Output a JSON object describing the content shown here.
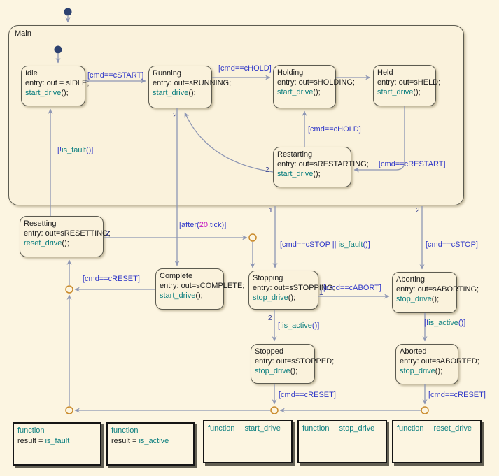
{
  "colors": {
    "background": "#fcf5e1",
    "label_blue": "#3038c8",
    "function_teal": "#0f8080",
    "temporal_magenta": "#c213c2",
    "wire_slate": "#8d96b4",
    "junction_orange": "#c98a2c",
    "initial_dot_navy": "#2c4170"
  },
  "states": {
    "main": {
      "title": "Main"
    },
    "idle": {
      "title": "Idle",
      "entry": "entry: out = sIDLE;",
      "action": "start_drive",
      "suffix": "();"
    },
    "running": {
      "title": "Running",
      "entry": "entry: out=sRUNNING;",
      "action": "start_drive",
      "suffix": "();"
    },
    "holding": {
      "title": "Holding",
      "entry": "entry: out=sHOLDING;",
      "action": "start_drive",
      "suffix": "();"
    },
    "held": {
      "title": "Held",
      "entry": "entry: out=sHELD;",
      "action": "start_drive",
      "suffix": "();"
    },
    "restarting": {
      "title": "Restarting",
      "entry": "entry: out=sRESTARTING;",
      "action": "start_drive",
      "suffix": "();"
    },
    "resetting": {
      "title": "Resetting",
      "entry": "entry: out=sRESETTING;",
      "action": "reset_drive",
      "suffix": "();"
    },
    "complete": {
      "title": "Complete",
      "entry": "entry: out=sCOMPLETE;",
      "action": "start_drive",
      "suffix": "();"
    },
    "stopping": {
      "title": "Stopping",
      "entry": "entry: out=sSTOPPING;",
      "action": "stop_drive",
      "suffix": "();"
    },
    "aborting": {
      "title": "Aborting",
      "entry": "entry: out=sABORTING;",
      "action": "stop_drive",
      "suffix": "();"
    },
    "stopped": {
      "title": "Stopped",
      "entry": "entry: out=sSTOPPED;",
      "action": "stop_drive",
      "suffix": "();"
    },
    "aborted": {
      "title": "Aborted",
      "entry": "entry: out=sABORTED;",
      "action": "stop_drive",
      "suffix": "();"
    }
  },
  "transitions": {
    "start": "[cmd==cSTART]",
    "hold_run": "[cmd==cHOLD]",
    "hold_restart": "[cmd==cHOLD]",
    "restart": "[cmd==cRESTART]",
    "not_fault": {
      "pre": "[!",
      "fn": "is_fault",
      "post": "()]"
    },
    "after": {
      "p1": "[after(",
      "p2": "20",
      "p3": ",tick)]"
    },
    "stop_fault": {
      "pre": "[cmd==cSTOP || ",
      "fn": "is_fault",
      "post": "()]"
    },
    "stop_main": "[cmd==cSTOP]",
    "reset_complete": "[cmd==cRESET]",
    "abort": "[cmd==cABORT]",
    "not_active_stop": {
      "pre": "[!",
      "fn": "is_active",
      "post": "()]"
    },
    "not_active_abort": {
      "pre": "[!",
      "fn": "is_active",
      "post": "()]"
    },
    "reset_stopped": "[cmd==cRESET]",
    "reset_aborted": "[cmd==cRESET]"
  },
  "priorities": {
    "running_after": "2",
    "restarting_back": "2",
    "main_stop": "1",
    "main_abort": "2",
    "resetting_alt": "2",
    "stopping_abort": "1",
    "stopping_done": "2"
  },
  "functions": {
    "is_fault": {
      "kw": "function",
      "prefix": "result = ",
      "name": "is_fault"
    },
    "is_active": {
      "kw": "function",
      "prefix": "result = ",
      "name": "is_active"
    },
    "start_drive": {
      "kw": "function",
      "name": "start_drive"
    },
    "stop_drive": {
      "kw": "function",
      "name": "stop_drive"
    },
    "reset_drive": {
      "kw": "function",
      "name": "reset_drive"
    }
  }
}
